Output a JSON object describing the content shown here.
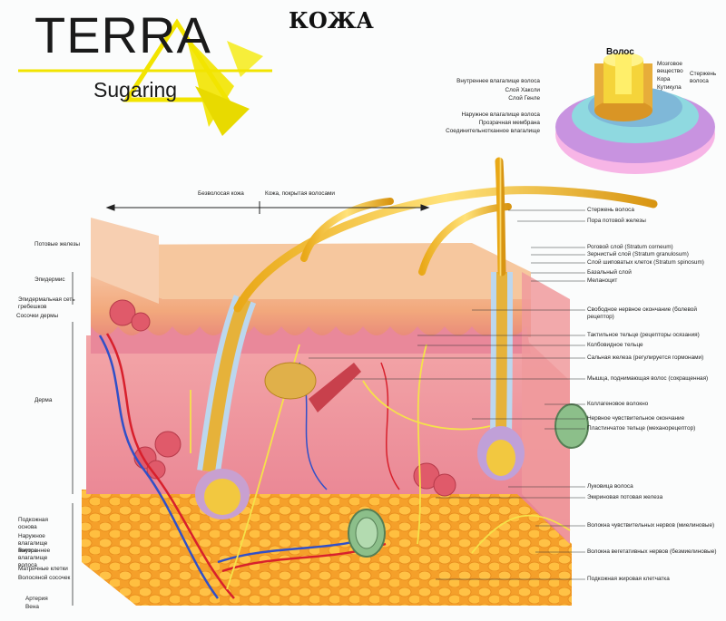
{
  "title": "КОЖА",
  "brand": {
    "name": "TERRA",
    "sub": "Sugaring",
    "accent_color": "#f2e400"
  },
  "hair_inset": {
    "title": "Волос",
    "labels_left": [
      "Внутреннее влагалище волоса",
      "Слой Хаксли",
      "Слой Генле",
      "Наружное влагалище волоса",
      "Прозрачная мембрана",
      "Соединительнотканное влагалище"
    ],
    "labels_right": [
      "Мозговое вещество",
      "Кора",
      "Кутикула"
    ],
    "group_label": "Стержень волоса"
  },
  "top_labels": {
    "hairless": "Безволосая кожа",
    "hairy": "Кожа, покрытая волосами"
  },
  "left_labels": {
    "sweat_glands": "Потовые железы",
    "epidermis": "Эпидермис",
    "ridge_net": "Эпидермальная сеть гребешков",
    "papillae": "Сосочки дермы",
    "dermis": "Дерма",
    "subcutis": "Подкожная основа",
    "outer_sheath": "Наружное влагалище волоса",
    "inner_sheath": "Внутреннее влагалище волоса",
    "matrix": "Матричные клетки",
    "hair_papilla": "Волосяной сосочек",
    "artery": "Артерия",
    "vein": "Вена"
  },
  "right_labels": [
    "Стержень волоса",
    "Пора потовой железы",
    "Роговой слой (Stratum corneum)",
    "Зернистый слой (Stratum granulosum)",
    "Слой шиповатых клеток (Stratum spinosum)",
    "Базальный слой",
    "Меланоцит",
    "Свободное нервное окончание (болевой рецептор)",
    "Тактильное тельце (рецепторы осязания)",
    "Колбовидное тельце",
    "Сальная железа (регулируется гормонами)",
    "Мышца, поднимающая волос (сокращенная)",
    "Коллагеновое волокно",
    "Нервное чувствительное окончание",
    "Пластинчатое тельце (механорецептор)",
    "Луковица волоса",
    "Эккриновая потовая железа",
    "Волокна чувствительных нервов (миелиновые)",
    "Волокна вегетативных нервов (безмиелиновые)",
    "Подкожная жировая клетчатка"
  ]
}
